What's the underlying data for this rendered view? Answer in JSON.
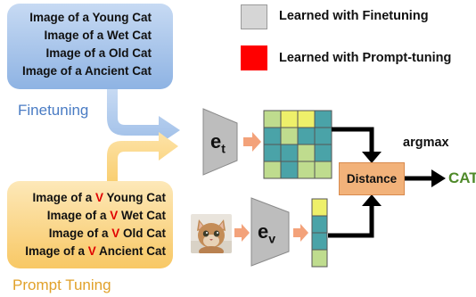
{
  "legend": {
    "finetuning_text": "Learned with Finetuning",
    "prompt_tuning_text": "Learned with Prompt-tuning",
    "finetuning_color": "#d6d6d6",
    "prompt_tuning_color": "#ff0000"
  },
  "finetuning": {
    "heading": "Finetuning",
    "prompts": [
      "Image of a Young Cat",
      "Image of a Wet Cat",
      "Image of a Old Cat",
      "Image of a Ancient Cat"
    ]
  },
  "prompt_tuning": {
    "heading": "Prompt Tuning",
    "token": "V",
    "prompts": [
      {
        "prefix": "Image of a ",
        "token": "V",
        "suffix": " Young Cat"
      },
      {
        "prefix": "Image of a ",
        "token": "V",
        "suffix": " Wet Cat"
      },
      {
        "prefix": "Image of a ",
        "token": "V",
        "suffix": " Old Cat"
      },
      {
        "prefix": "Image of a ",
        "token": "V",
        "suffix": " Ancient Cat"
      }
    ]
  },
  "encoders": {
    "text": {
      "base": "e",
      "sub": "t"
    },
    "image": {
      "base": "e",
      "sub": "v"
    }
  },
  "distance_label": "Distance",
  "argmax_label": "argmax",
  "output_label": "CAT",
  "colors": {
    "grid_teal": "#4aa3a8",
    "grid_yellow": "#eef06a",
    "grid_lightgreen": "#bfdc8e",
    "encoder_gray": "#bdbdbd",
    "small_arrow": "#f3a27a",
    "blue_arrow": "#a9c6ec",
    "yellow_arrow": "#fbd98b",
    "output_green": "#4f8a2a"
  },
  "text_embedding_grid": [
    [
      "lightgreen",
      "yellow",
      "yellow",
      "teal"
    ],
    [
      "teal",
      "lightgreen",
      "teal",
      "teal"
    ],
    [
      "teal",
      "teal",
      "lightgreen",
      "teal"
    ],
    [
      "lightgreen",
      "teal",
      "lightgreen",
      "lightgreen"
    ]
  ],
  "image_embedding_column": [
    "yellow",
    "teal",
    "teal",
    "lightgreen"
  ]
}
